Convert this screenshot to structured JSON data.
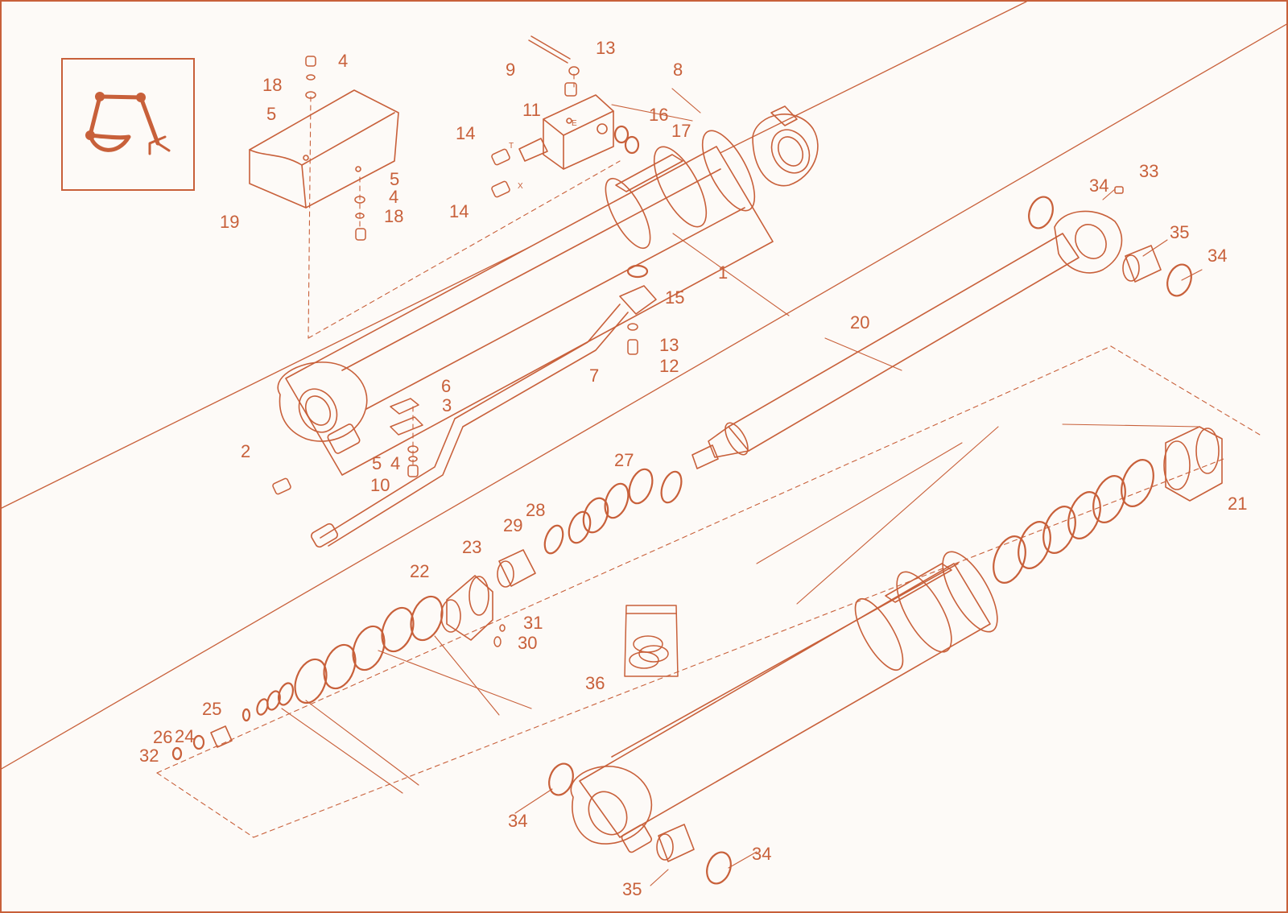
{
  "colors": {
    "accent": "#c8603a",
    "background": "#fdfaf7"
  },
  "icon": "boom-cylinder-icon",
  "port_marks": [
    "T",
    "E",
    "X"
  ],
  "callouts": [
    {
      "id": "c1",
      "text": "1"
    },
    {
      "id": "c2",
      "text": "2"
    },
    {
      "id": "c3",
      "text": "3"
    },
    {
      "id": "c4a",
      "text": "4"
    },
    {
      "id": "c4b",
      "text": "4"
    },
    {
      "id": "c4c",
      "text": "4"
    },
    {
      "id": "c5a",
      "text": "5"
    },
    {
      "id": "c5b",
      "text": "5"
    },
    {
      "id": "c5c",
      "text": "5"
    },
    {
      "id": "c6",
      "text": "6"
    },
    {
      "id": "c7",
      "text": "7"
    },
    {
      "id": "c8",
      "text": "8"
    },
    {
      "id": "c9",
      "text": "9"
    },
    {
      "id": "c10",
      "text": "10"
    },
    {
      "id": "c11",
      "text": "11"
    },
    {
      "id": "c12",
      "text": "12"
    },
    {
      "id": "c13a",
      "text": "13"
    },
    {
      "id": "c13b",
      "text": "13"
    },
    {
      "id": "c14a",
      "text": "14"
    },
    {
      "id": "c14b",
      "text": "14"
    },
    {
      "id": "c15",
      "text": "15"
    },
    {
      "id": "c16",
      "text": "16"
    },
    {
      "id": "c17",
      "text": "17"
    },
    {
      "id": "c18a",
      "text": "18"
    },
    {
      "id": "c18b",
      "text": "18"
    },
    {
      "id": "c19",
      "text": "19"
    },
    {
      "id": "c20",
      "text": "20"
    },
    {
      "id": "c21",
      "text": "21"
    },
    {
      "id": "c22",
      "text": "22"
    },
    {
      "id": "c23",
      "text": "23"
    },
    {
      "id": "c24",
      "text": "24"
    },
    {
      "id": "c25",
      "text": "25"
    },
    {
      "id": "c26",
      "text": "26"
    },
    {
      "id": "c27",
      "text": "27"
    },
    {
      "id": "c28",
      "text": "28"
    },
    {
      "id": "c29",
      "text": "29"
    },
    {
      "id": "c30",
      "text": "30"
    },
    {
      "id": "c31",
      "text": "31"
    },
    {
      "id": "c32",
      "text": "32"
    },
    {
      "id": "c33",
      "text": "33"
    },
    {
      "id": "c34a",
      "text": "34"
    },
    {
      "id": "c34b",
      "text": "34"
    },
    {
      "id": "c34c",
      "text": "34"
    },
    {
      "id": "c34d",
      "text": "34"
    },
    {
      "id": "c35a",
      "text": "35"
    },
    {
      "id": "c35b",
      "text": "35"
    },
    {
      "id": "c36",
      "text": "36"
    }
  ]
}
